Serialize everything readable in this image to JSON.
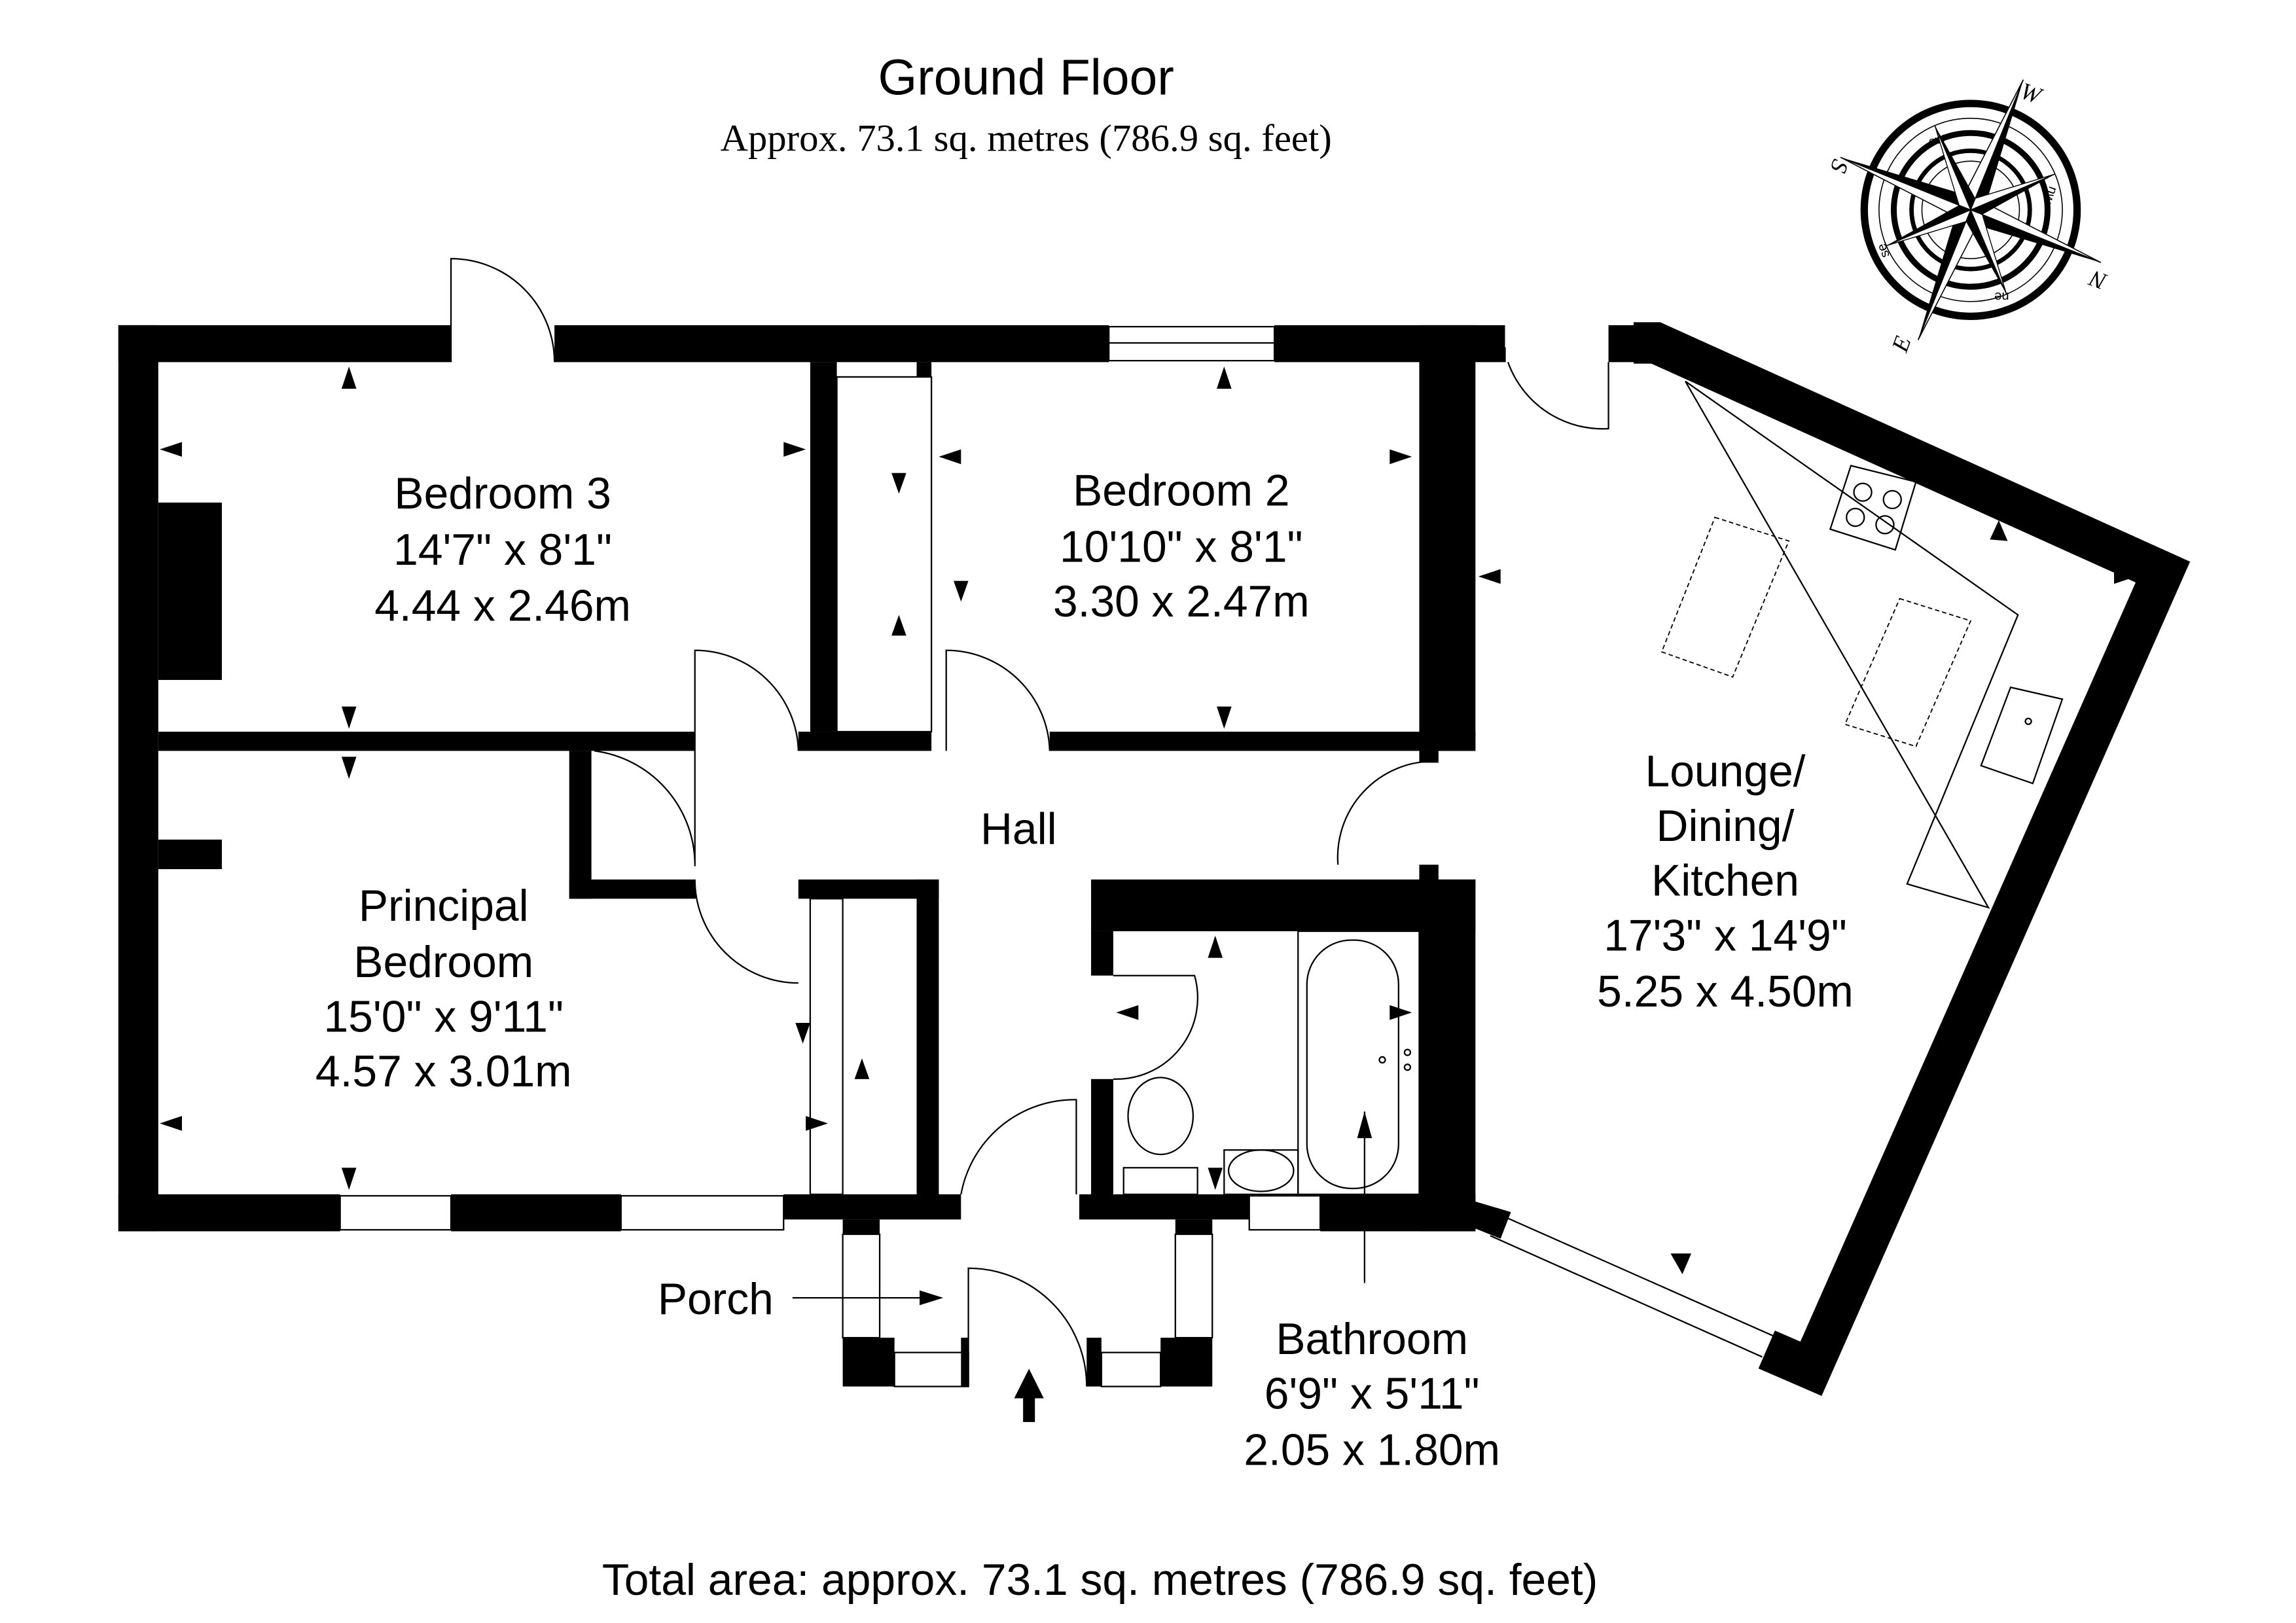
{
  "header": {
    "title": "Ground Floor",
    "subtitle": "Approx. 73.1 sq. metres (786.9 sq. feet)"
  },
  "rooms": {
    "bedroom3": {
      "name": "Bedroom 3",
      "imperial": "14'7\" x 8'1\"",
      "metric": "4.44 x 2.46m"
    },
    "bedroom2": {
      "name": "Bedroom 2",
      "imperial": "10'10\" x 8'1\"",
      "metric": "3.30 x 2.47m"
    },
    "principal": {
      "name_line1": "Principal",
      "name_line2": "Bedroom",
      "imperial": "15'0\" x 9'11\"",
      "metric": "4.57 x 3.01m"
    },
    "hall": {
      "name": "Hall"
    },
    "lounge": {
      "name_line1": "Lounge/",
      "name_line2": "Dining/",
      "name_line3": "Kitchen",
      "imperial": "17'3\" x 14'9\"",
      "metric": "5.25 x 4.50m"
    },
    "bathroom": {
      "name": "Bathroom",
      "imperial": "6'9\" x 5'11\"",
      "metric": "2.05 x 1.80m"
    },
    "porch": {
      "name": "Porch"
    }
  },
  "compass": {
    "north": "N",
    "south": "S",
    "east": "E",
    "west": "W",
    "ne": "ne",
    "nw": "nw",
    "se": "se",
    "sw": "sw"
  },
  "footer": {
    "total": "Total area: approx. 73.1 sq. metres (786.9 sq. feet)"
  }
}
